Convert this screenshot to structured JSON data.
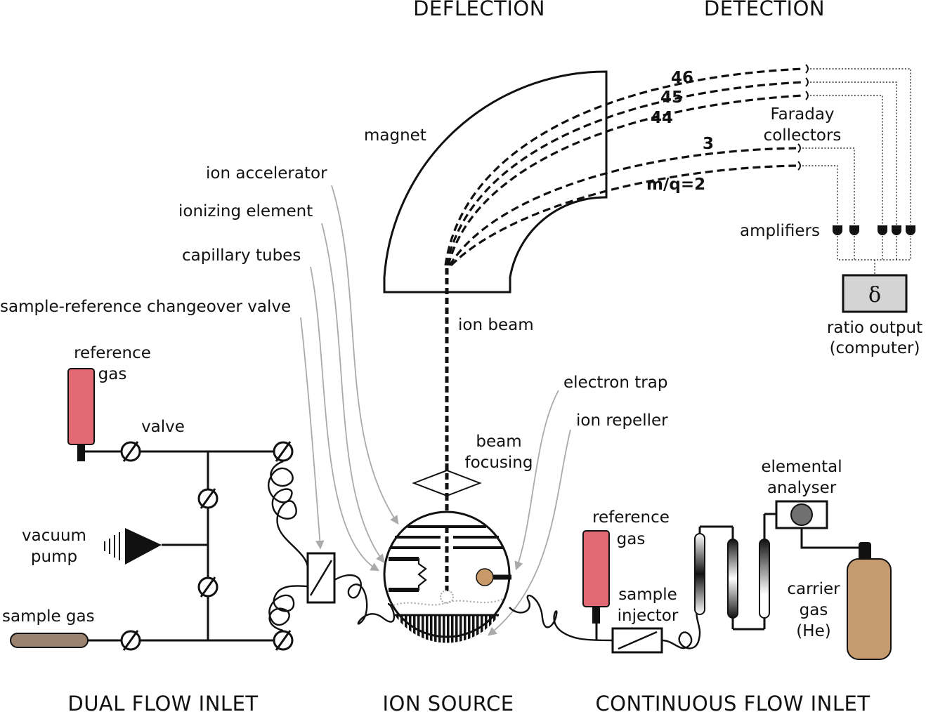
{
  "sections": {
    "deflection": "DEFLECTION",
    "detection": "DETECTION",
    "dual_flow_inlet": "DUAL FLOW INLET",
    "ion_source": "ION SOURCE",
    "continuous_flow_inlet": "CONTINUOUS FLOW INLET"
  },
  "labels": {
    "magnet": "magnet",
    "ion_accelerator": "ion accelerator",
    "ionizing_element": "ionizing element",
    "capillary_tubes": "capillary tubes",
    "changeover_valve": "sample-reference changeover valve",
    "reference_gas_line1": "reference",
    "reference_gas_line2": "gas",
    "valve": "valve",
    "vacuum_pump_line1": "vacuum",
    "vacuum_pump_line2": "pump",
    "sample_gas": "sample gas",
    "ion_beam": "ion beam",
    "beam_focusing_line1": "beam",
    "beam_focusing_line2": "focusing",
    "electron_trap": "electron trap",
    "ion_repeller": "ion repeller",
    "faraday_line1": "Faraday",
    "faraday_line2": "collectors",
    "amplifiers": "amplifiers",
    "ratio_line1": "ratio output",
    "ratio_line2": "(computer)",
    "delta_symbol": "δ",
    "cf_reference_line1": "reference",
    "cf_reference_line2": "gas",
    "sample_injector_line1": "sample",
    "sample_injector_line2": "injector",
    "elemental_line1": "elemental",
    "elemental_line2": "analyser",
    "carrier_line1": "carrier",
    "carrier_line2": "gas",
    "carrier_line3": "(He)"
  },
  "masses": {
    "m46": "46",
    "m45": "45",
    "m44": "44",
    "m3": "3",
    "m2": "m/q=2"
  },
  "colors": {
    "reference_gas": "#e26a74",
    "sample_gas": "#9a8370",
    "ion_repeller": "#c89a6a",
    "carrier_gas": "#c59a6e",
    "delta_box": "#d4d4d4",
    "analyser": "#707070",
    "leader_lines": "#aaaaaa"
  }
}
